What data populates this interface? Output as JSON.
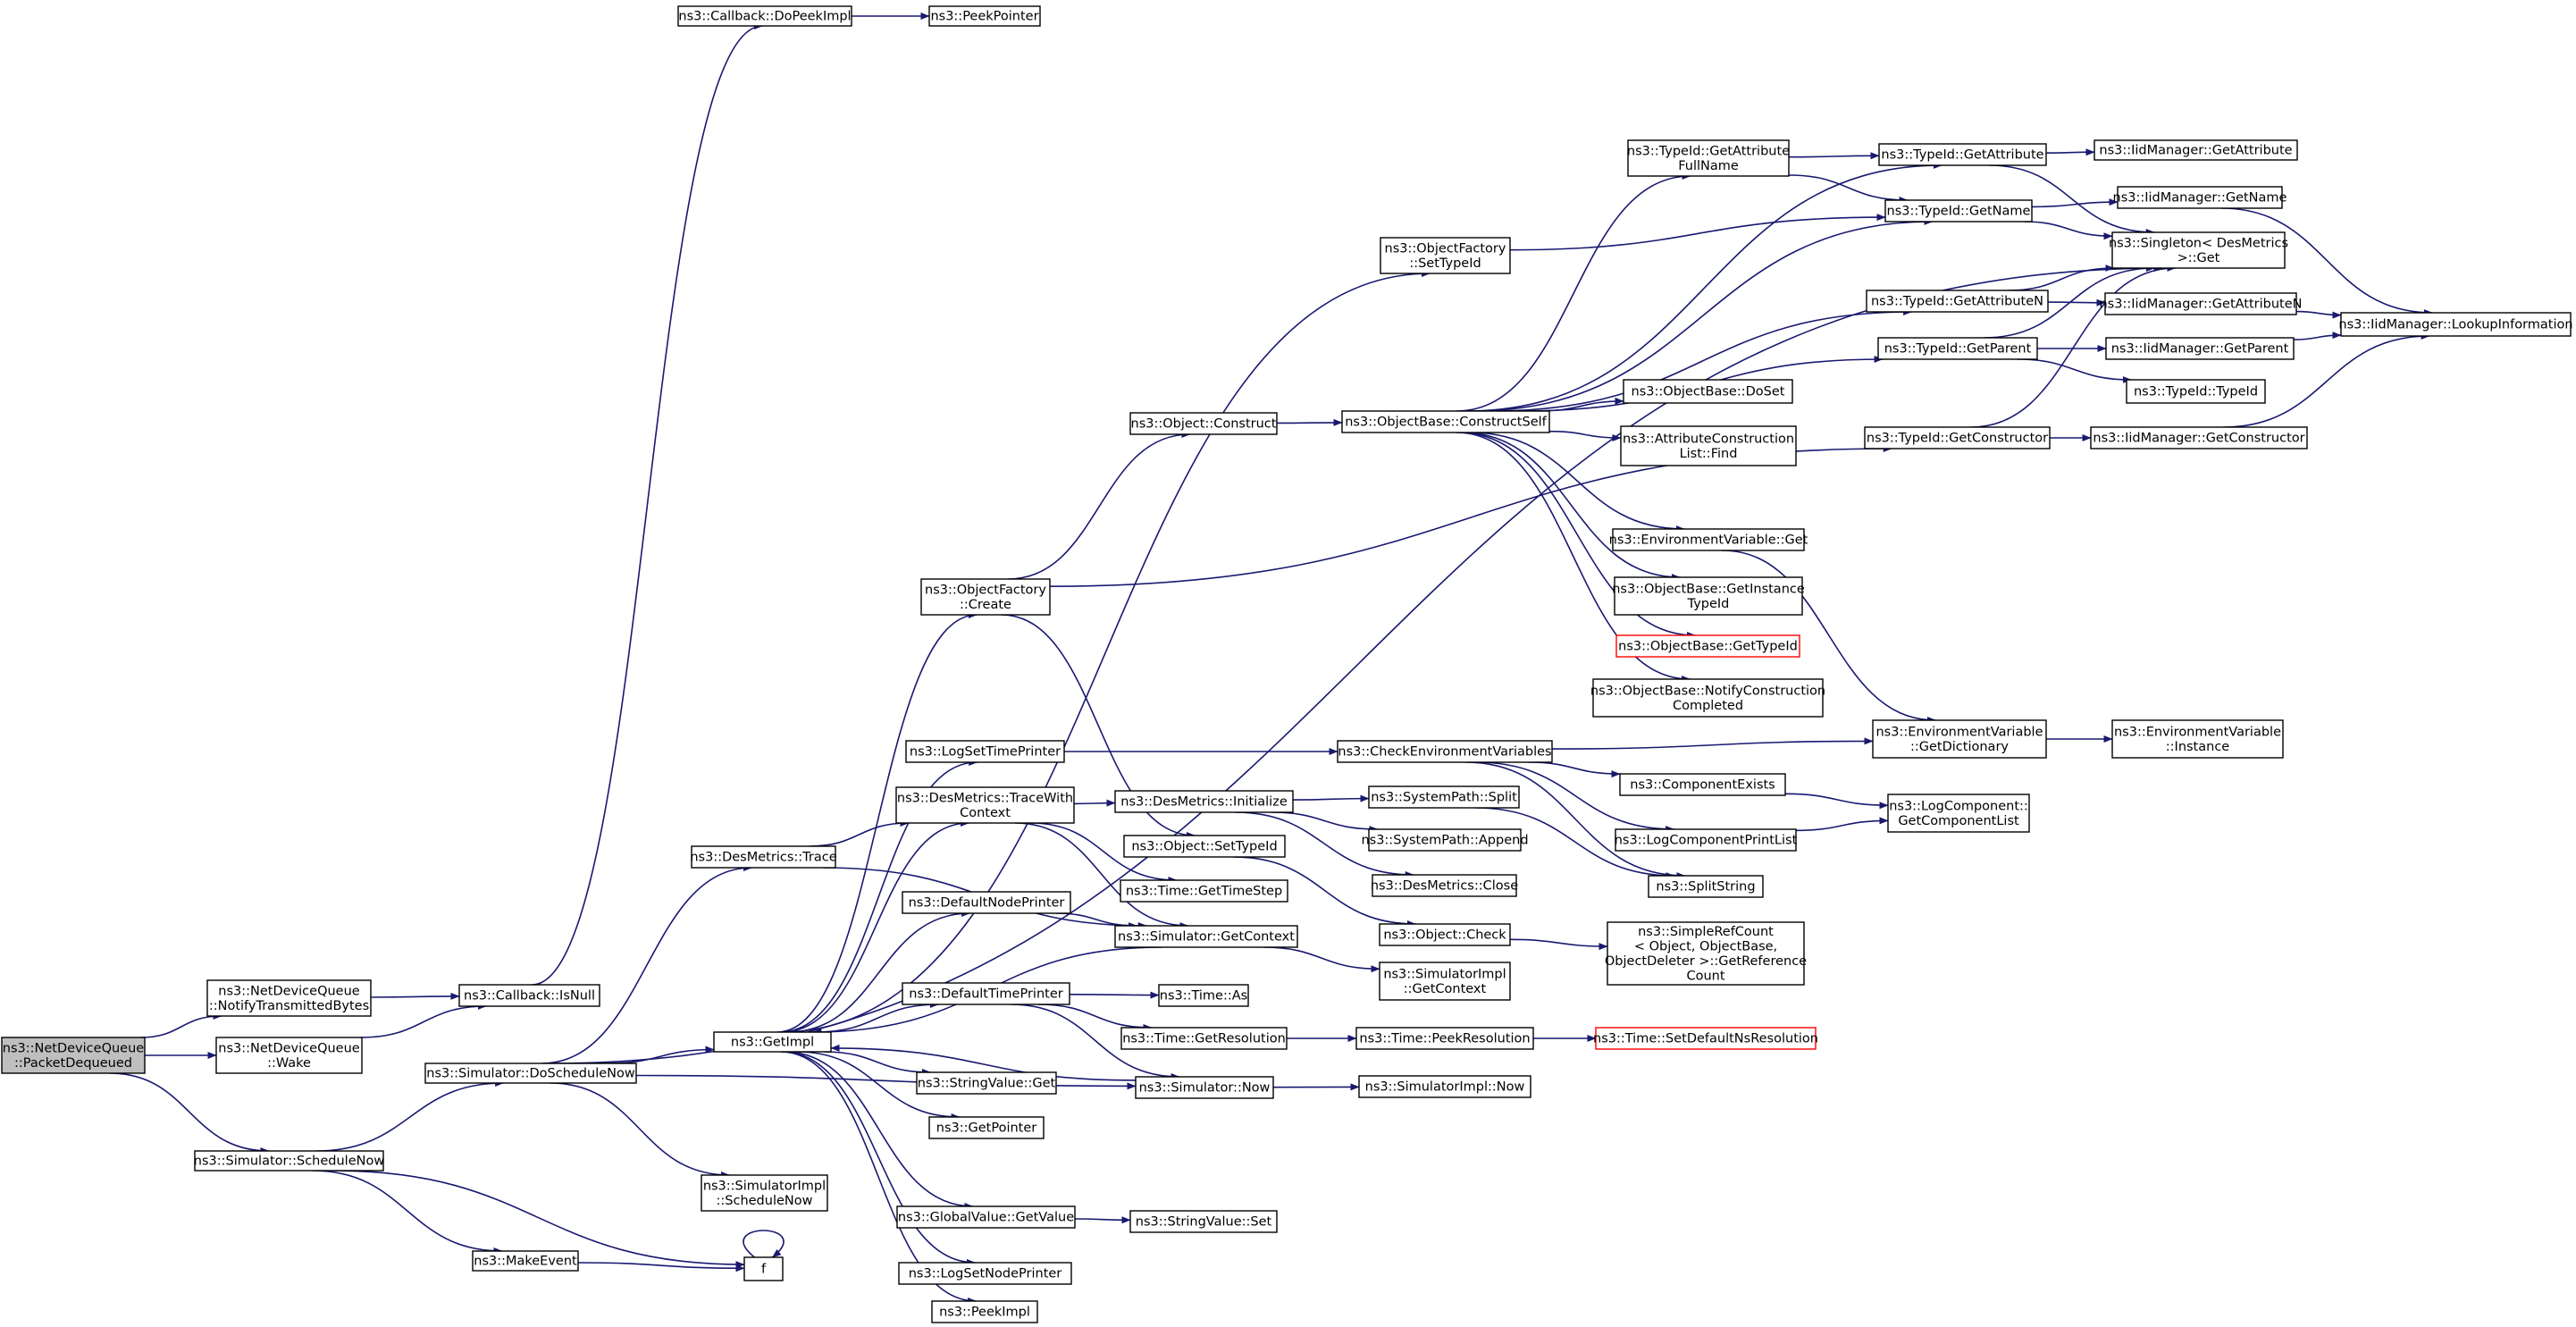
{
  "graph": {
    "edge_color": "#191970",
    "root_fill": "#bfbfbf",
    "highlight_border": "#ff0000",
    "nodes": [
      {
        "id": "root",
        "lines": [
          "ns3::NetDeviceQueue",
          "::PacketDequeued"
        ],
        "root": true
      },
      {
        "id": "notify",
        "lines": [
          "ns3::NetDeviceQueue",
          "::NotifyTransmittedBytes"
        ]
      },
      {
        "id": "wake",
        "lines": [
          "ns3::NetDeviceQueue",
          "::Wake"
        ]
      },
      {
        "id": "schednow",
        "lines": [
          "ns3::Simulator::ScheduleNow"
        ]
      },
      {
        "id": "isnull",
        "lines": [
          "ns3::Callback::IsNull"
        ]
      },
      {
        "id": "dopeek",
        "lines": [
          "ns3::Callback::DoPeekImpl"
        ]
      },
      {
        "id": "peekptr",
        "lines": [
          "ns3::PeekPointer"
        ]
      },
      {
        "id": "dosched",
        "lines": [
          "ns3::Simulator::DoScheduleNow"
        ]
      },
      {
        "id": "desmtrace",
        "lines": [
          "ns3::DesMetrics::Trace"
        ]
      },
      {
        "id": "simimplsched",
        "lines": [
          "ns3::SimulatorImpl",
          "::ScheduleNow"
        ]
      },
      {
        "id": "makeevent",
        "lines": [
          "ns3::MakeEvent"
        ]
      },
      {
        "id": "f",
        "lines": [
          "f"
        ]
      },
      {
        "id": "getimpl",
        "lines": [
          "ns3::GetImpl"
        ]
      },
      {
        "id": "objfcreate",
        "lines": [
          "ns3::ObjectFactory",
          "::Create"
        ]
      },
      {
        "id": "logsettp",
        "lines": [
          "ns3::LogSetTimePrinter"
        ]
      },
      {
        "id": "tracewith",
        "lines": [
          "ns3::DesMetrics::TraceWith",
          "Context"
        ]
      },
      {
        "id": "defnodep",
        "lines": [
          "ns3::DefaultNodePrinter"
        ]
      },
      {
        "id": "deftimep",
        "lines": [
          "ns3::DefaultTimePrinter"
        ]
      },
      {
        "id": "strvalget",
        "lines": [
          "ns3::StringValue::Get"
        ]
      },
      {
        "id": "getpointer",
        "lines": [
          "ns3::GetPointer"
        ]
      },
      {
        "id": "gvget",
        "lines": [
          "ns3::GlobalValue::GetValue"
        ]
      },
      {
        "id": "logsetnp",
        "lines": [
          "ns3::LogSetNodePrinter"
        ]
      },
      {
        "id": "peekimpl",
        "lines": [
          "ns3::PeekImpl"
        ]
      },
      {
        "id": "objfset",
        "lines": [
          "ns3::ObjectFactory",
          "::SetTypeId"
        ]
      },
      {
        "id": "objconstruct",
        "lines": [
          "ns3::Object::Construct"
        ]
      },
      {
        "id": "desminit",
        "lines": [
          "ns3::DesMetrics::Initialize"
        ]
      },
      {
        "id": "objsettid",
        "lines": [
          "ns3::Object::SetTypeId"
        ]
      },
      {
        "id": "timegts",
        "lines": [
          "ns3::Time::GetTimeStep"
        ]
      },
      {
        "id": "simgetctx",
        "lines": [
          "ns3::Simulator::GetContext"
        ]
      },
      {
        "id": "timeas",
        "lines": [
          "ns3::Time::As"
        ]
      },
      {
        "id": "timegetres",
        "lines": [
          "ns3::Time::GetResolution"
        ]
      },
      {
        "id": "simnow",
        "lines": [
          "ns3::Simulator::Now"
        ]
      },
      {
        "id": "strvalset",
        "lines": [
          "ns3::StringValue::Set"
        ]
      },
      {
        "id": "obconstructself",
        "lines": [
          "ns3::ObjectBase::ConstructSelf"
        ]
      },
      {
        "id": "checkenv",
        "lines": [
          "ns3::CheckEnvironmentVariables"
        ]
      },
      {
        "id": "spsplit",
        "lines": [
          "ns3::SystemPath::Split"
        ]
      },
      {
        "id": "spappend",
        "lines": [
          "ns3::SystemPath::Append"
        ]
      },
      {
        "id": "desmclose",
        "lines": [
          "ns3::DesMetrics::Close"
        ]
      },
      {
        "id": "objcheck",
        "lines": [
          "ns3::Object::Check"
        ]
      },
      {
        "id": "simimplgetctx",
        "lines": [
          "ns3::SimulatorImpl",
          "::GetContext"
        ]
      },
      {
        "id": "timepeekres",
        "lines": [
          "ns3::Time::PeekResolution"
        ]
      },
      {
        "id": "simimplnow",
        "lines": [
          "ns3::SimulatorImpl::Now"
        ]
      },
      {
        "id": "tidgetattrfull",
        "lines": [
          "ns3::TypeId::GetAttribute",
          "FullName"
        ]
      },
      {
        "id": "obdoset",
        "lines": [
          "ns3::ObjectBase::DoSet"
        ]
      },
      {
        "id": "attrconst",
        "lines": [
          "ns3::AttributeConstruction",
          "List::Find"
        ]
      },
      {
        "id": "envget",
        "lines": [
          "ns3::EnvironmentVariable::Get"
        ]
      },
      {
        "id": "obgetinst",
        "lines": [
          "ns3::ObjectBase::GetInstance",
          "TypeId"
        ]
      },
      {
        "id": "obgettid",
        "lines": [
          "ns3::ObjectBase::GetTypeId"
        ],
        "red": true
      },
      {
        "id": "obnotify",
        "lines": [
          "ns3::ObjectBase::NotifyConstruction",
          "Completed"
        ]
      },
      {
        "id": "compexists",
        "lines": [
          "ns3::ComponentExists"
        ]
      },
      {
        "id": "logcpl",
        "lines": [
          "ns3::LogComponentPrintList"
        ]
      },
      {
        "id": "splitstring",
        "lines": [
          "ns3::SplitString"
        ]
      },
      {
        "id": "simplerefcount",
        "lines": [
          "ns3::SimpleRefCount",
          "< Object, ObjectBase,",
          "ObjectDeleter >::GetReference",
          "Count"
        ]
      },
      {
        "id": "timesetdefns",
        "lines": [
          "ns3::Time::SetDefaultNsResolution"
        ],
        "red": true
      },
      {
        "id": "tidgetattr",
        "lines": [
          "ns3::TypeId::GetAttribute"
        ]
      },
      {
        "id": "tidgetname",
        "lines": [
          "ns3::TypeId::GetName"
        ]
      },
      {
        "id": "tidgetattrn",
        "lines": [
          "ns3::TypeId::GetAttributeN"
        ]
      },
      {
        "id": "tidgetparent",
        "lines": [
          "ns3::TypeId::GetParent"
        ]
      },
      {
        "id": "tidgetctor",
        "lines": [
          "ns3::TypeId::GetConstructor"
        ]
      },
      {
        "id": "envgetdict",
        "lines": [
          "ns3::EnvironmentVariable",
          "::GetDictionary"
        ]
      },
      {
        "id": "logcompgcl",
        "lines": [
          "ns3::LogComponent::",
          "GetComponentList"
        ]
      },
      {
        "id": "singleton",
        "lines": [
          "ns3::Singleton< DesMetrics",
          ">::Get"
        ]
      },
      {
        "id": "tidtypeid",
        "lines": [
          "ns3::TypeId::TypeId"
        ]
      },
      {
        "id": "envinst",
        "lines": [
          "ns3::EnvironmentVariable",
          "::Instance"
        ]
      },
      {
        "id": "iidgetattr",
        "lines": [
          "ns3::IidManager::GetAttribute"
        ]
      },
      {
        "id": "iidgetname",
        "lines": [
          "ns3::IidManager::GetName"
        ]
      },
      {
        "id": "iidgetattrn",
        "lines": [
          "ns3::IidManager::GetAttributeN"
        ]
      },
      {
        "id": "iidgetparent",
        "lines": [
          "ns3::IidManager::GetParent"
        ]
      },
      {
        "id": "iidgetctor",
        "lines": [
          "ns3::IidManager::GetConstructor"
        ]
      },
      {
        "id": "iidlookup",
        "lines": [
          "ns3::IidManager::LookupInformation"
        ]
      }
    ],
    "edges": [
      [
        "root",
        "notify"
      ],
      [
        "root",
        "wake"
      ],
      [
        "root",
        "schednow"
      ],
      [
        "notify",
        "isnull"
      ],
      [
        "wake",
        "isnull"
      ],
      [
        "schednow",
        "dosched"
      ],
      [
        "schednow",
        "makeevent"
      ],
      [
        "schednow",
        "f"
      ],
      [
        "isnull",
        "dopeek"
      ],
      [
        "dopeek",
        "peekptr"
      ],
      [
        "dosched",
        "singleton"
      ],
      [
        "dosched",
        "desmtrace"
      ],
      [
        "dosched",
        "getimpl"
      ],
      [
        "dosched",
        "simimplsched"
      ],
      [
        "dosched",
        "simnow"
      ],
      [
        "makeevent",
        "f"
      ],
      [
        "f",
        "f"
      ],
      [
        "desmtrace",
        "tracewith"
      ],
      [
        "desmtrace",
        "simgetctx"
      ],
      [
        "getimpl",
        "objfset"
      ],
      [
        "getimpl",
        "objfcreate"
      ],
      [
        "getimpl",
        "logsettp"
      ],
      [
        "getimpl",
        "tracewith"
      ],
      [
        "getimpl",
        "defnodep"
      ],
      [
        "getimpl",
        "deftimep"
      ],
      [
        "getimpl",
        "strvalget"
      ],
      [
        "getimpl",
        "getpointer"
      ],
      [
        "getimpl",
        "gvget"
      ],
      [
        "getimpl",
        "logsetnp"
      ],
      [
        "getimpl",
        "peekimpl"
      ],
      [
        "simgetctx",
        "getimpl"
      ],
      [
        "simnow",
        "getimpl"
      ],
      [
        "objfcreate",
        "objconstruct"
      ],
      [
        "objfcreate",
        "tidgetctor"
      ],
      [
        "objfcreate",
        "objsettid"
      ],
      [
        "objfset",
        "tidgetname"
      ],
      [
        "logsettp",
        "checkenv"
      ],
      [
        "tracewith",
        "desminit"
      ],
      [
        "tracewith",
        "timegts"
      ],
      [
        "tracewith",
        "simgetctx"
      ],
      [
        "defnodep",
        "simgetctx"
      ],
      [
        "deftimep",
        "timeas"
      ],
      [
        "deftimep",
        "timegetres"
      ],
      [
        "deftimep",
        "simnow"
      ],
      [
        "gvget",
        "strvalset"
      ],
      [
        "objconstruct",
        "obconstructself"
      ],
      [
        "desminit",
        "spsplit"
      ],
      [
        "desminit",
        "spappend"
      ],
      [
        "desminit",
        "desmclose"
      ],
      [
        "objsettid",
        "objcheck"
      ],
      [
        "simgetctx",
        "simimplgetctx"
      ],
      [
        "timegetres",
        "timepeekres"
      ],
      [
        "simnow",
        "simimplnow"
      ],
      [
        "obconstructself",
        "tidgetattr"
      ],
      [
        "obconstructself",
        "tidgetattrfull"
      ],
      [
        "obconstructself",
        "tidgetname"
      ],
      [
        "obconstructself",
        "tidgetattrn"
      ],
      [
        "obconstructself",
        "tidgetparent"
      ],
      [
        "obconstructself",
        "obdoset"
      ],
      [
        "obconstructself",
        "attrconst"
      ],
      [
        "obconstructself",
        "envget"
      ],
      [
        "obconstructself",
        "obgetinst"
      ],
      [
        "obconstructself",
        "obgettid"
      ],
      [
        "obconstructself",
        "obnotify"
      ],
      [
        "checkenv",
        "envgetdict"
      ],
      [
        "checkenv",
        "compexists"
      ],
      [
        "checkenv",
        "logcpl"
      ],
      [
        "checkenv",
        "splitstring"
      ],
      [
        "spsplit",
        "splitstring"
      ],
      [
        "objcheck",
        "simplerefcount"
      ],
      [
        "timepeekres",
        "timesetdefns"
      ],
      [
        "tidgetattrfull",
        "tidgetattr"
      ],
      [
        "tidgetattrfull",
        "tidgetname"
      ],
      [
        "envget",
        "envgetdict"
      ],
      [
        "compexists",
        "logcompgcl"
      ],
      [
        "logcpl",
        "logcompgcl"
      ],
      [
        "tidgetattr",
        "iidgetattr"
      ],
      [
        "tidgetattr",
        "singleton"
      ],
      [
        "tidgetname",
        "iidgetname"
      ],
      [
        "tidgetname",
        "singleton"
      ],
      [
        "tidgetattrn",
        "iidgetattrn"
      ],
      [
        "tidgetattrn",
        "singleton"
      ],
      [
        "tidgetparent",
        "iidgetparent"
      ],
      [
        "tidgetparent",
        "singleton"
      ],
      [
        "tidgetparent",
        "tidtypeid"
      ],
      [
        "tidgetctor",
        "iidgetctor"
      ],
      [
        "tidgetctor",
        "singleton"
      ],
      [
        "envgetdict",
        "envinst"
      ],
      [
        "iidgetname",
        "iidlookup"
      ],
      [
        "iidgetattrn",
        "iidlookup"
      ],
      [
        "iidgetparent",
        "iidlookup"
      ],
      [
        "iidgetctor",
        "iidlookup"
      ]
    ]
  }
}
